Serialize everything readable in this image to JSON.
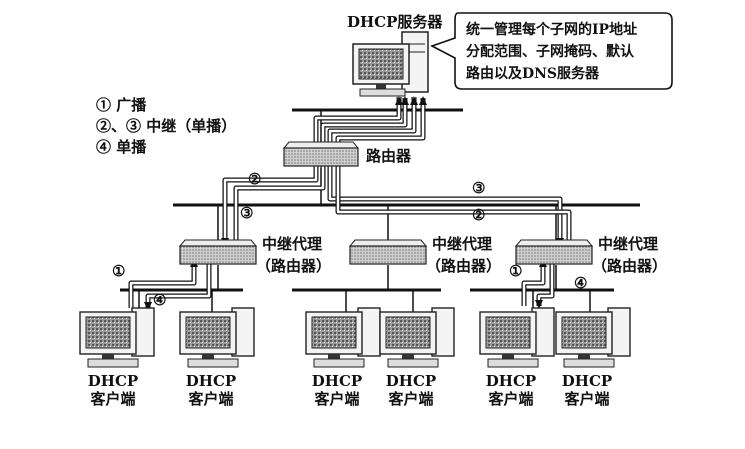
{
  "server": {
    "label": "DHCP服务器"
  },
  "callout": {
    "lines": [
      "统一管理每个子网的IP地址",
      "分配范围、子网掩码、默认",
      "路由以及DNS服务器"
    ]
  },
  "legend": {
    "items": [
      "① 广播",
      "②、③ 中继（单播）",
      "④ 单播"
    ]
  },
  "router": {
    "label": "路由器"
  },
  "relays": [
    {
      "line1": "中继代理",
      "line2": "（路由器）"
    },
    {
      "line1": "中继代理",
      "line2": "（路由器）"
    },
    {
      "line1": "中继代理",
      "line2": "（路由器）"
    }
  ],
  "markers": {
    "one": "①",
    "two": "②",
    "three": "③",
    "four": "④"
  },
  "clients": [
    {
      "line1": "DHCP",
      "line2": "客户端"
    },
    {
      "line1": "DHCP",
      "line2": "客户端"
    },
    {
      "line1": "DHCP",
      "line2": "客户端"
    },
    {
      "line1": "DHCP",
      "line2": "客户端"
    },
    {
      "line1": "DHCP",
      "line2": "客户端"
    },
    {
      "line1": "DHCP",
      "line2": "客户端"
    }
  ]
}
